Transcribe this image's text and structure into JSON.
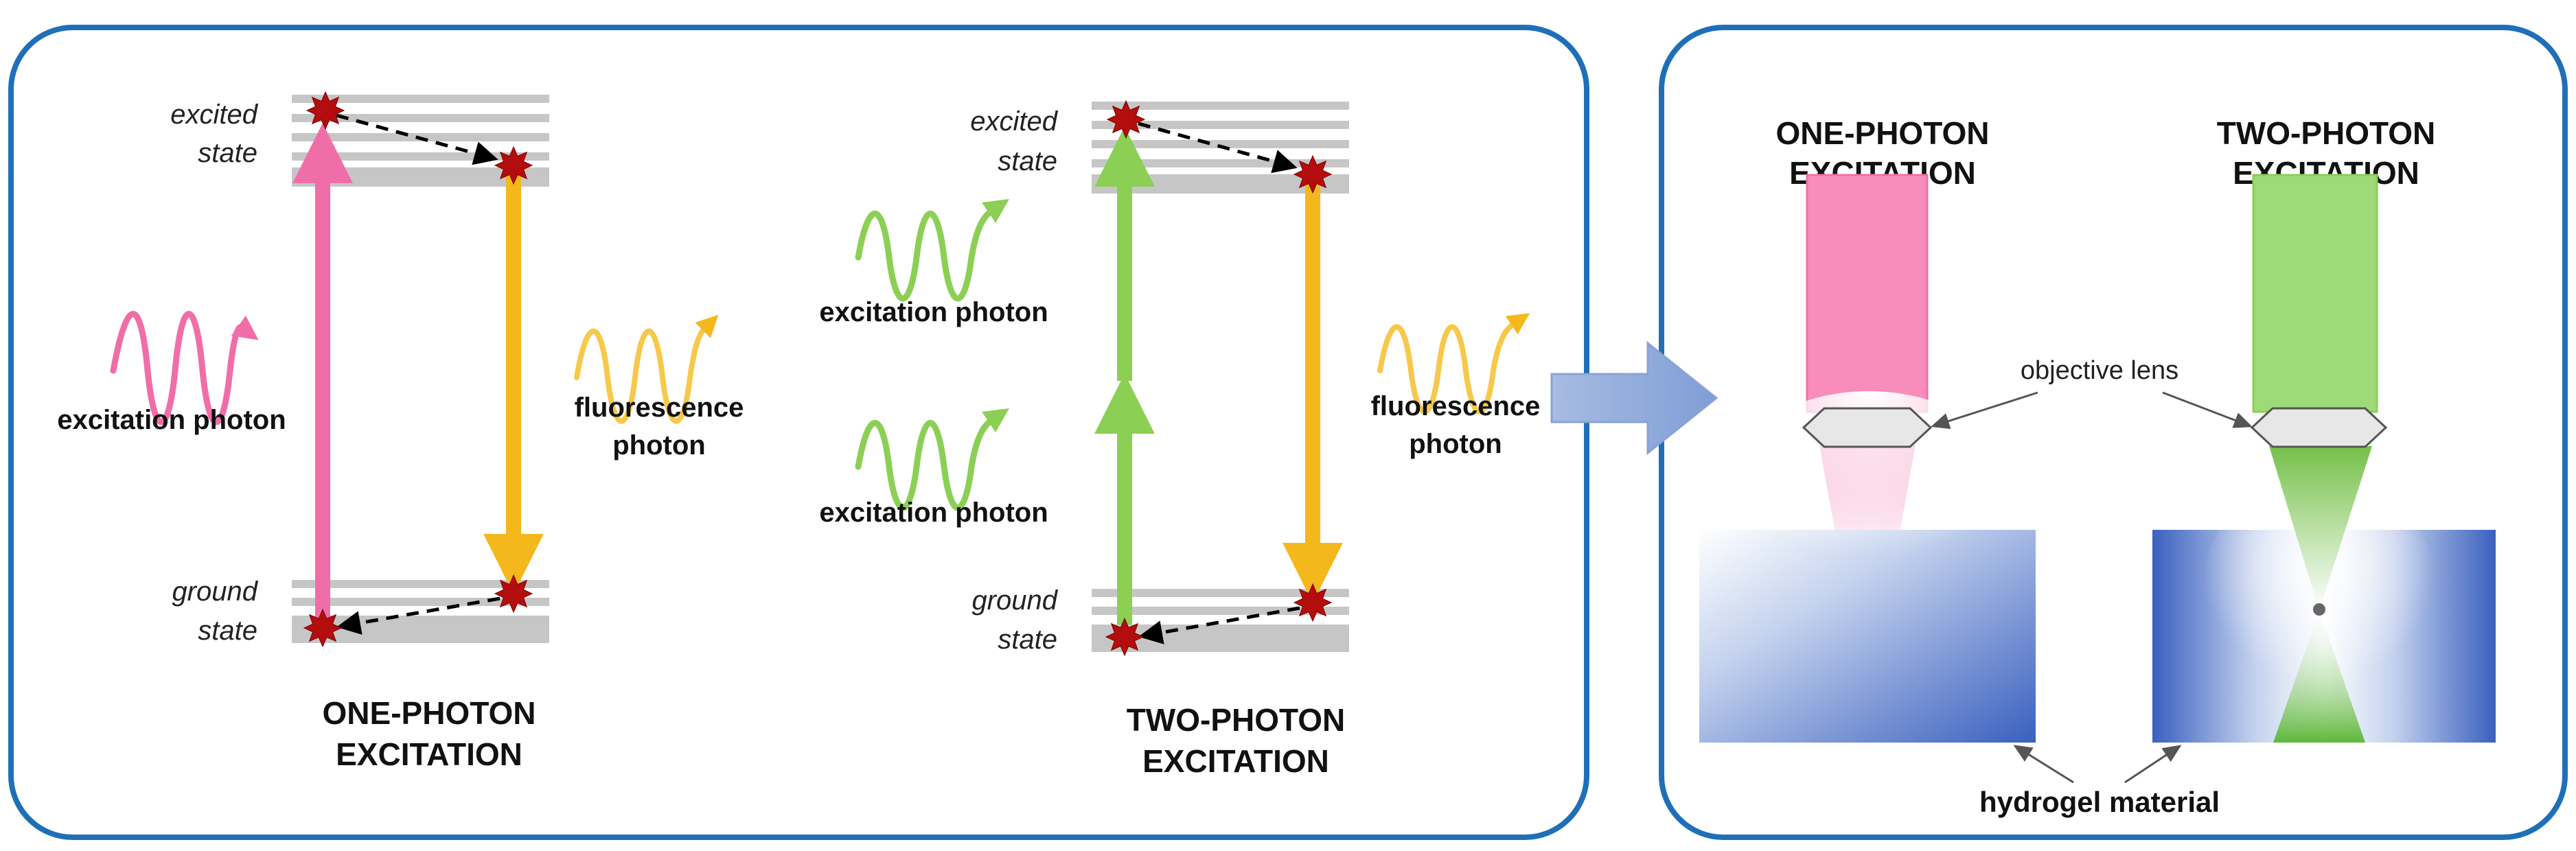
{
  "colors": {
    "panel_border": "#1f6fb8",
    "level_line": "#c6c6c6",
    "pink": "#f06ea8",
    "orange": "#f5b81c",
    "green": "#8ccf55",
    "star": "#b40d0d",
    "arrow_blue": "#8aa6d8",
    "hydrogel_blue": "#3f67c2",
    "lens_fill": "#e7e7e7",
    "pink_beam": "#f88dbb",
    "green_beam": "#9fda78"
  },
  "icons": {
    "molecule_star": "star-burst-icon",
    "photon_wave": "wavy-arrow-icon",
    "transition_arrow": "straight-arrow-icon",
    "big_arrow": "right-arrow-icon"
  },
  "left_panel": {
    "one_photon": {
      "excited_label": [
        "excited",
        "state"
      ],
      "ground_label": [
        "ground",
        "state"
      ],
      "excitation_label": "excitation photon",
      "fluorescence_label": [
        "fluorescence",
        "photon"
      ],
      "title": [
        "ONE-PHOTON",
        "EXCITATION"
      ]
    },
    "two_photon": {
      "excited_label": [
        "excited",
        "state"
      ],
      "ground_label": [
        "ground",
        "state"
      ],
      "excitation_label_top": "excitation photon",
      "excitation_label_bottom": "excitation photon",
      "fluorescence_label": [
        "fluorescence",
        "photon"
      ],
      "title": [
        "TWO-PHOTON",
        "EXCITATION"
      ]
    }
  },
  "right_panel": {
    "one_photon_title": [
      "ONE-PHOTON",
      "EXCITATION"
    ],
    "two_photon_title": [
      "TWO-PHOTON",
      "EXCITATION"
    ],
    "lens_label": "objective lens",
    "material_label": "hydrogel material"
  }
}
